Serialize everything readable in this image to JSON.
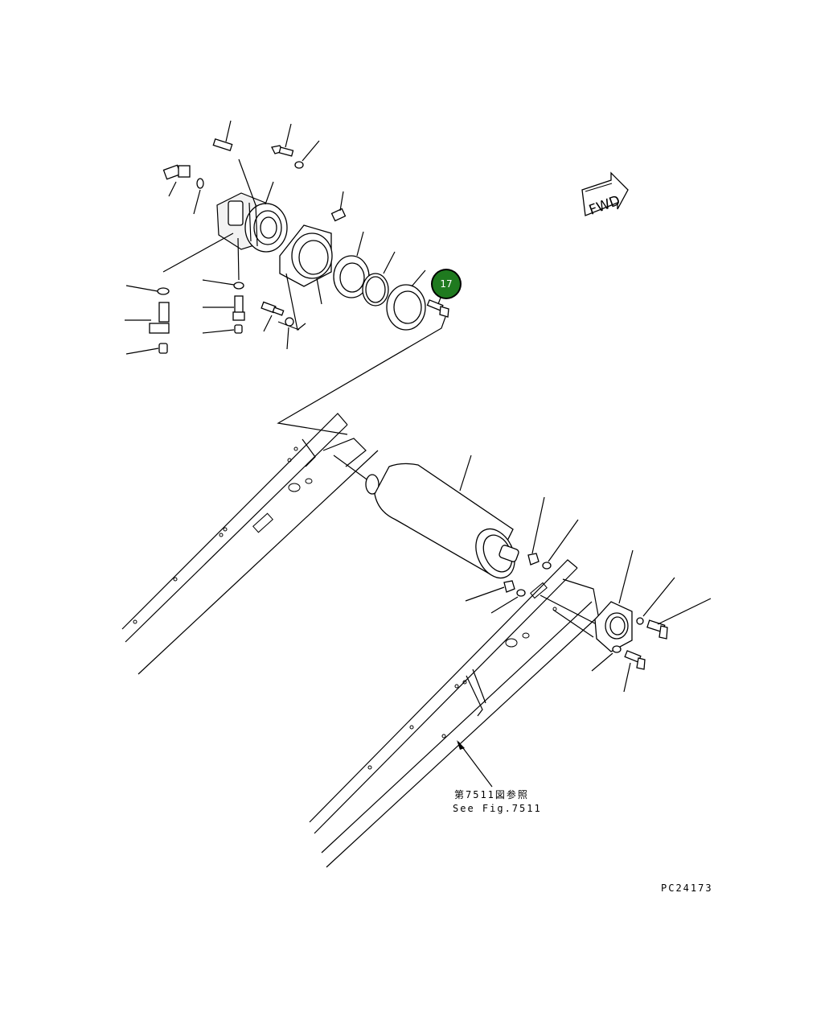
{
  "diagram": {
    "forward_arrow_label": "FWD",
    "callout": {
      "number": "17",
      "color": "#1f7a1f",
      "ring_color": "#000000"
    },
    "reference_note_jp": "第7511図参照",
    "reference_note_en": "See Fig.7511",
    "drawing_code": "PC24173"
  }
}
